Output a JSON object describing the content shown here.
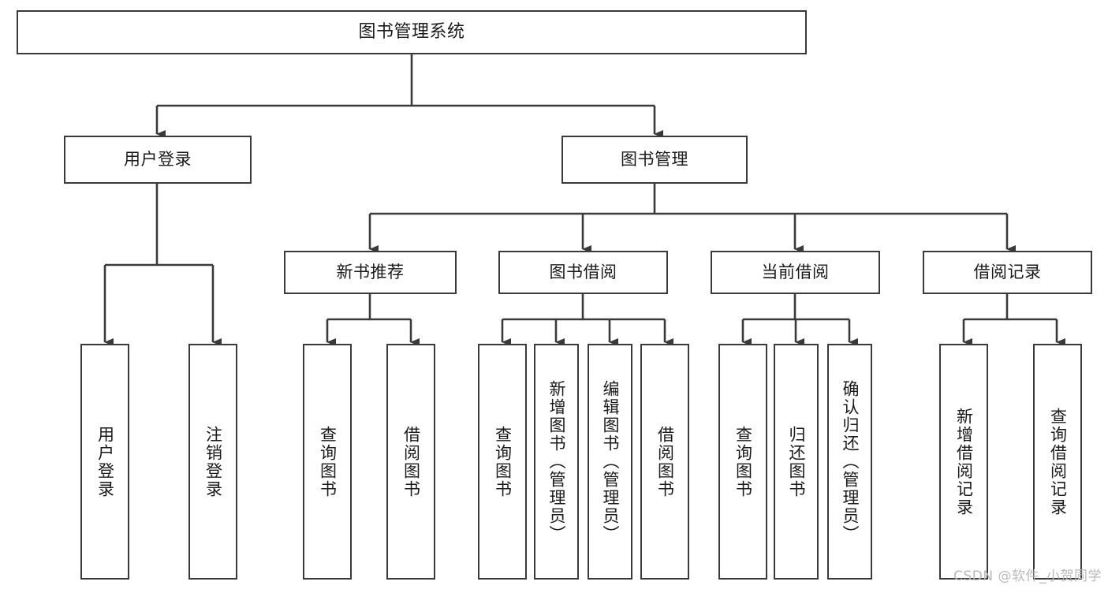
{
  "diagram": {
    "title": "图书管理系统",
    "watermark": "CSDN @软件_小贺同学",
    "level2": [
      {
        "label": "用户登录"
      },
      {
        "label": "图书管理"
      }
    ],
    "level3": [
      {
        "label": "新书推荐"
      },
      {
        "label": "图书借阅"
      },
      {
        "label": "当前借阅"
      },
      {
        "label": "借阅记录"
      }
    ],
    "leaves": {
      "user_login": [
        {
          "label": "用户登录"
        },
        {
          "label": "注销登录"
        }
      ],
      "new_book_recommend": [
        {
          "label": "查询图书"
        },
        {
          "label": "借阅图书"
        }
      ],
      "book_borrow": [
        {
          "label": "查询图书"
        },
        {
          "label": "新增图书（管理员）"
        },
        {
          "label": "编辑图书（管理员）"
        },
        {
          "label": "借阅图书"
        }
      ],
      "current_borrow": [
        {
          "label": "查询图书"
        },
        {
          "label": "归还图书"
        },
        {
          "label": "确认归还（管理员）"
        }
      ],
      "borrow_record": [
        {
          "label": "新增借阅记录"
        },
        {
          "label": "查询借阅记录"
        }
      ]
    },
    "colors": {
      "stroke": "#3a3a3a",
      "fill": "#ffffff",
      "text": "#1a1a1a",
      "watermark": "#b9b9b9"
    }
  }
}
